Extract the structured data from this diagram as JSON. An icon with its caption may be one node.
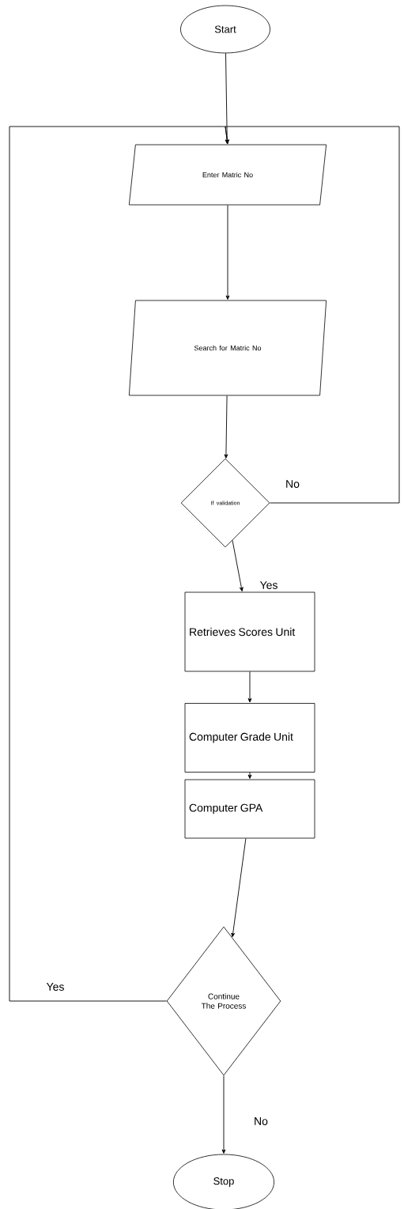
{
  "diagram": {
    "nodes": [
      {
        "text": [
          "Start"
        ]
      },
      {
        "text": [
          "Enter Matric No"
        ]
      },
      {
        "text": [
          "Search for Matric No"
        ]
      },
      {
        "text": [
          "If validation"
        ]
      },
      {
        "text": [
          "Retrieves Scores Unit"
        ]
      },
      {
        "text": [
          "Computer Grade Unit"
        ]
      },
      {
        "text": [
          "Computer GPA"
        ]
      },
      {
        "text": [
          "Continue The Process"
        ]
      },
      {
        "text": [
          "Stop"
        ]
      }
    ],
    "edges": [
      {
        "from": 0,
        "to": 1,
        "arrow": "to"
      },
      {
        "from": 1,
        "to": 2,
        "arrow": "to"
      },
      {
        "from": 2,
        "to": 3,
        "arrow": "to"
      },
      {
        "from": 3,
        "to": 1,
        "arrow": "to",
        "label": "No"
      },
      {
        "from": 3,
        "to": 4,
        "arrow": "to",
        "label": "Yes"
      },
      {
        "from": 4,
        "to": 5,
        "arrow": "to"
      },
      {
        "from": 5,
        "to": 6,
        "arrow": "to"
      },
      {
        "from": 6,
        "to": 7,
        "arrow": "to"
      },
      {
        "from": 7,
        "to": 1,
        "arrow": "to",
        "label": "Yes"
      },
      {
        "from": 7,
        "to": 8,
        "arrow": "to",
        "label": "No"
      }
    ]
  }
}
